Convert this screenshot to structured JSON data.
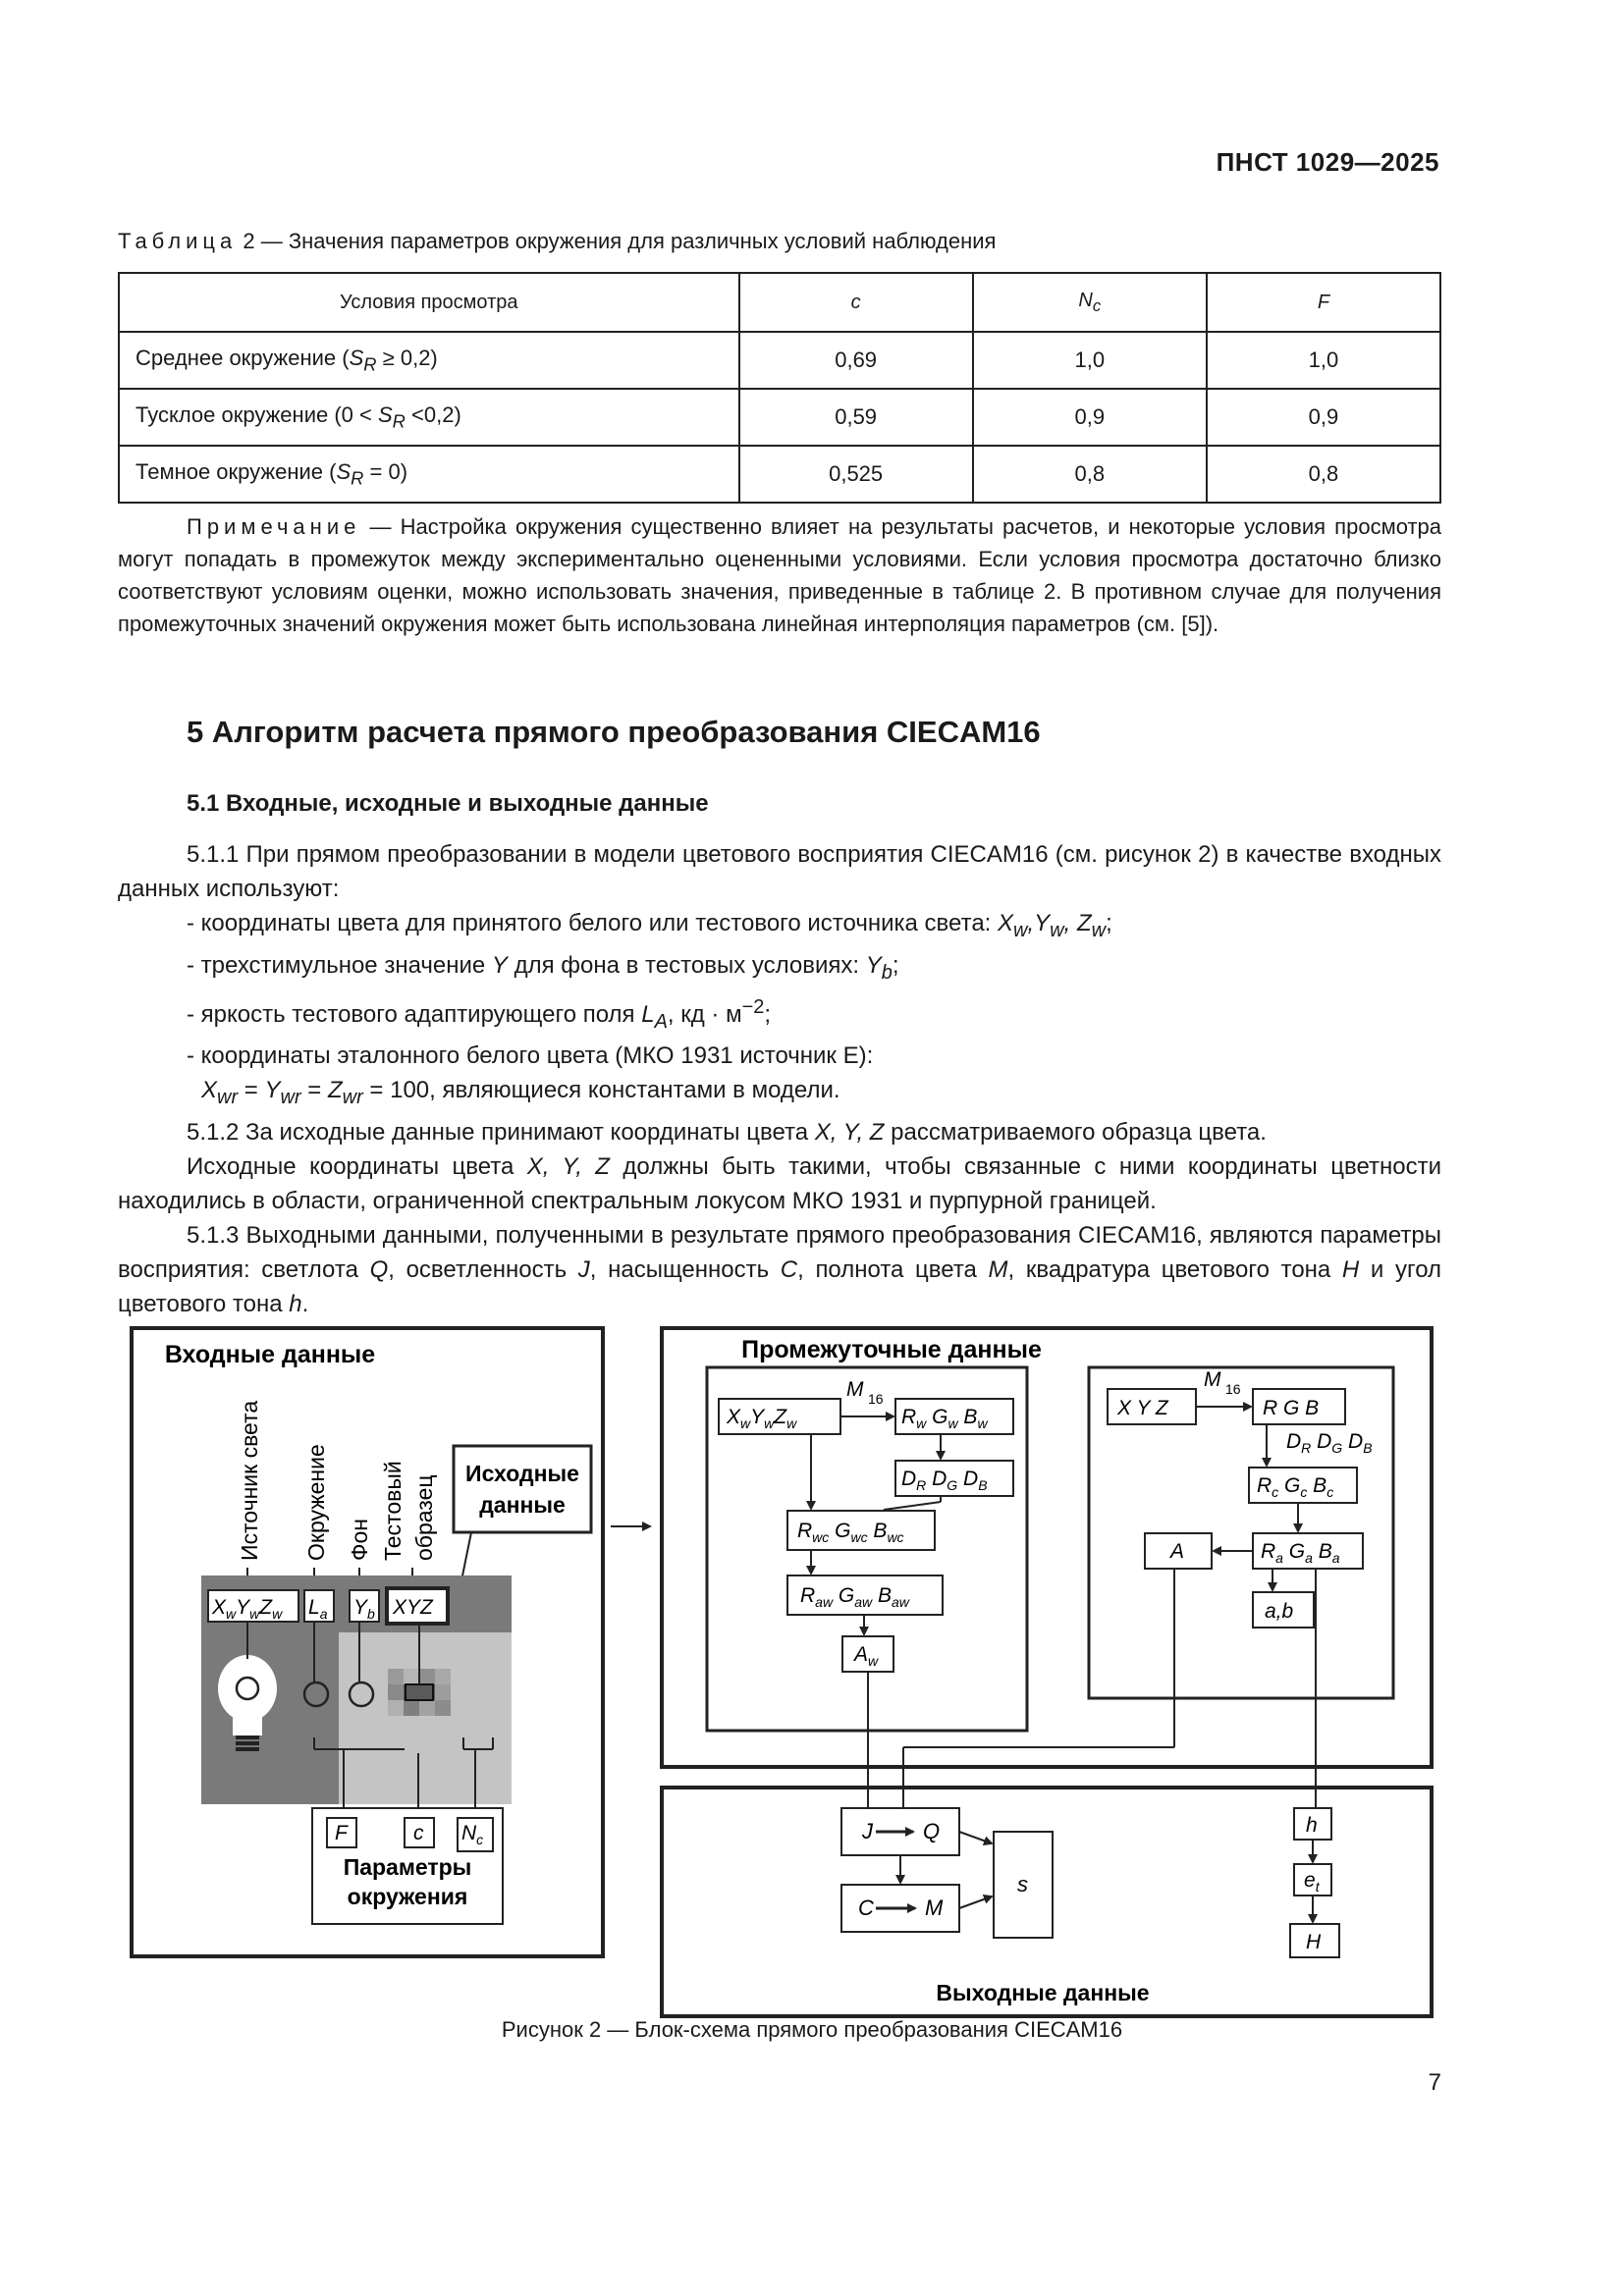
{
  "header": {
    "doc_code": "ПНСТ 1029—2025"
  },
  "table": {
    "caption_prefix": "Таблица",
    "caption_text": " 2 — Значения параметров окружения для различных условий наблюдения",
    "headers": [
      "Условия просмотра",
      "c",
      "N",
      "F"
    ],
    "header_sub": "c",
    "rows": [
      {
        "label_pre": "Среднее окружение (",
        "label_var": "S",
        "label_sub": "R",
        "label_post": " ≥ 0,2)",
        "c": "0,69",
        "nc": "1,0",
        "f": "1,0"
      },
      {
        "label_pre": "Тусклое окружение (0 < ",
        "label_var": "S",
        "label_sub": "R",
        "label_post": " <0,2)",
        "c": "0,59",
        "nc": "0,9",
        "f": "0,9"
      },
      {
        "label_pre": "Темное окружение (",
        "label_var": "S",
        "label_sub": "R",
        "label_post": " = 0)",
        "c": "0,525",
        "nc": "0,8",
        "f": "0,8"
      }
    ]
  },
  "note": {
    "prefix": "Примечание",
    "text": " — Настройка окружения существенно влияет на результаты расчетов, и некоторые условия просмотра могут попадать в промежуток между экспериментально оцененными условиями. Если условия просмотра достаточно близко соответствуют условиям оценки, можно использовать значения, приведенные в таблице 2. В противном случае для получения промежуточных значений окружения может быть использована линейная интерполяция параметров (см. [5])."
  },
  "section": {
    "title": "5 Алгоритм расчета прямого преобразования CIECAM16",
    "subtitle": "5.1 Входные, исходные и выходные данные",
    "p1": "5.1.1 При прямом преобразовании в модели цветового восприятия CIECAM16 (см. рисунок 2) в качестве входных данных используют:",
    "li1": "- координаты цвета для принятого белого или тестового источника света: ",
    "li2a": "- трехстимульное значение ",
    "li2b": " для фона в тестовых условиях: ",
    "li3a": "- яркость тестового адаптирующего поля ",
    "li3b": ", кд · м",
    "li4": "- координаты эталонного белого цвета (МКО 1931 источник Е):",
    "li5": " = 100, являющиеся константами в модели.",
    "p2": "5.1.2 За исходные данные принимают координаты цвета ",
    "p2b": " рассматриваемого образца цвета.",
    "p3a": "Исходные координаты цвета ",
    "p3b": " должны быть такими, чтобы связанные с ними координаты цветности находились в области, ограниченной спектральным локусом МКО 1931 и пурпурной границей.",
    "p4": "5.1.3 Выходными данными, полученными в результате прямого преобразования CIECAM16, являются параметры восприятия: светлота ",
    "p4b": ", осветленность ",
    "p4c": ", насыщенность ",
    "p4d": ", полнота цвета ",
    "p4e": ", квадратура цветового тона ",
    "p4f": " и угол цветового тона "
  },
  "figure": {
    "caption": "Рисунок 2 — Блок-схема прямого преобразования CIECAM16",
    "input_title": "Входные данные",
    "intermediate_title": "Промежуточные данные",
    "output_title": "Выходные данные",
    "source_label": "Исходные данные",
    "source_label_l1": "Исходные",
    "source_label_l2": "данные",
    "env_params_l1": "Параметры",
    "env_params_l2": "окружения",
    "vertical_labels": [
      "Источник света",
      "Окружение",
      "Фон",
      "Тестовый",
      "образец"
    ],
    "m16": "M",
    "m16_sub": "16"
  },
  "page_number": "7"
}
